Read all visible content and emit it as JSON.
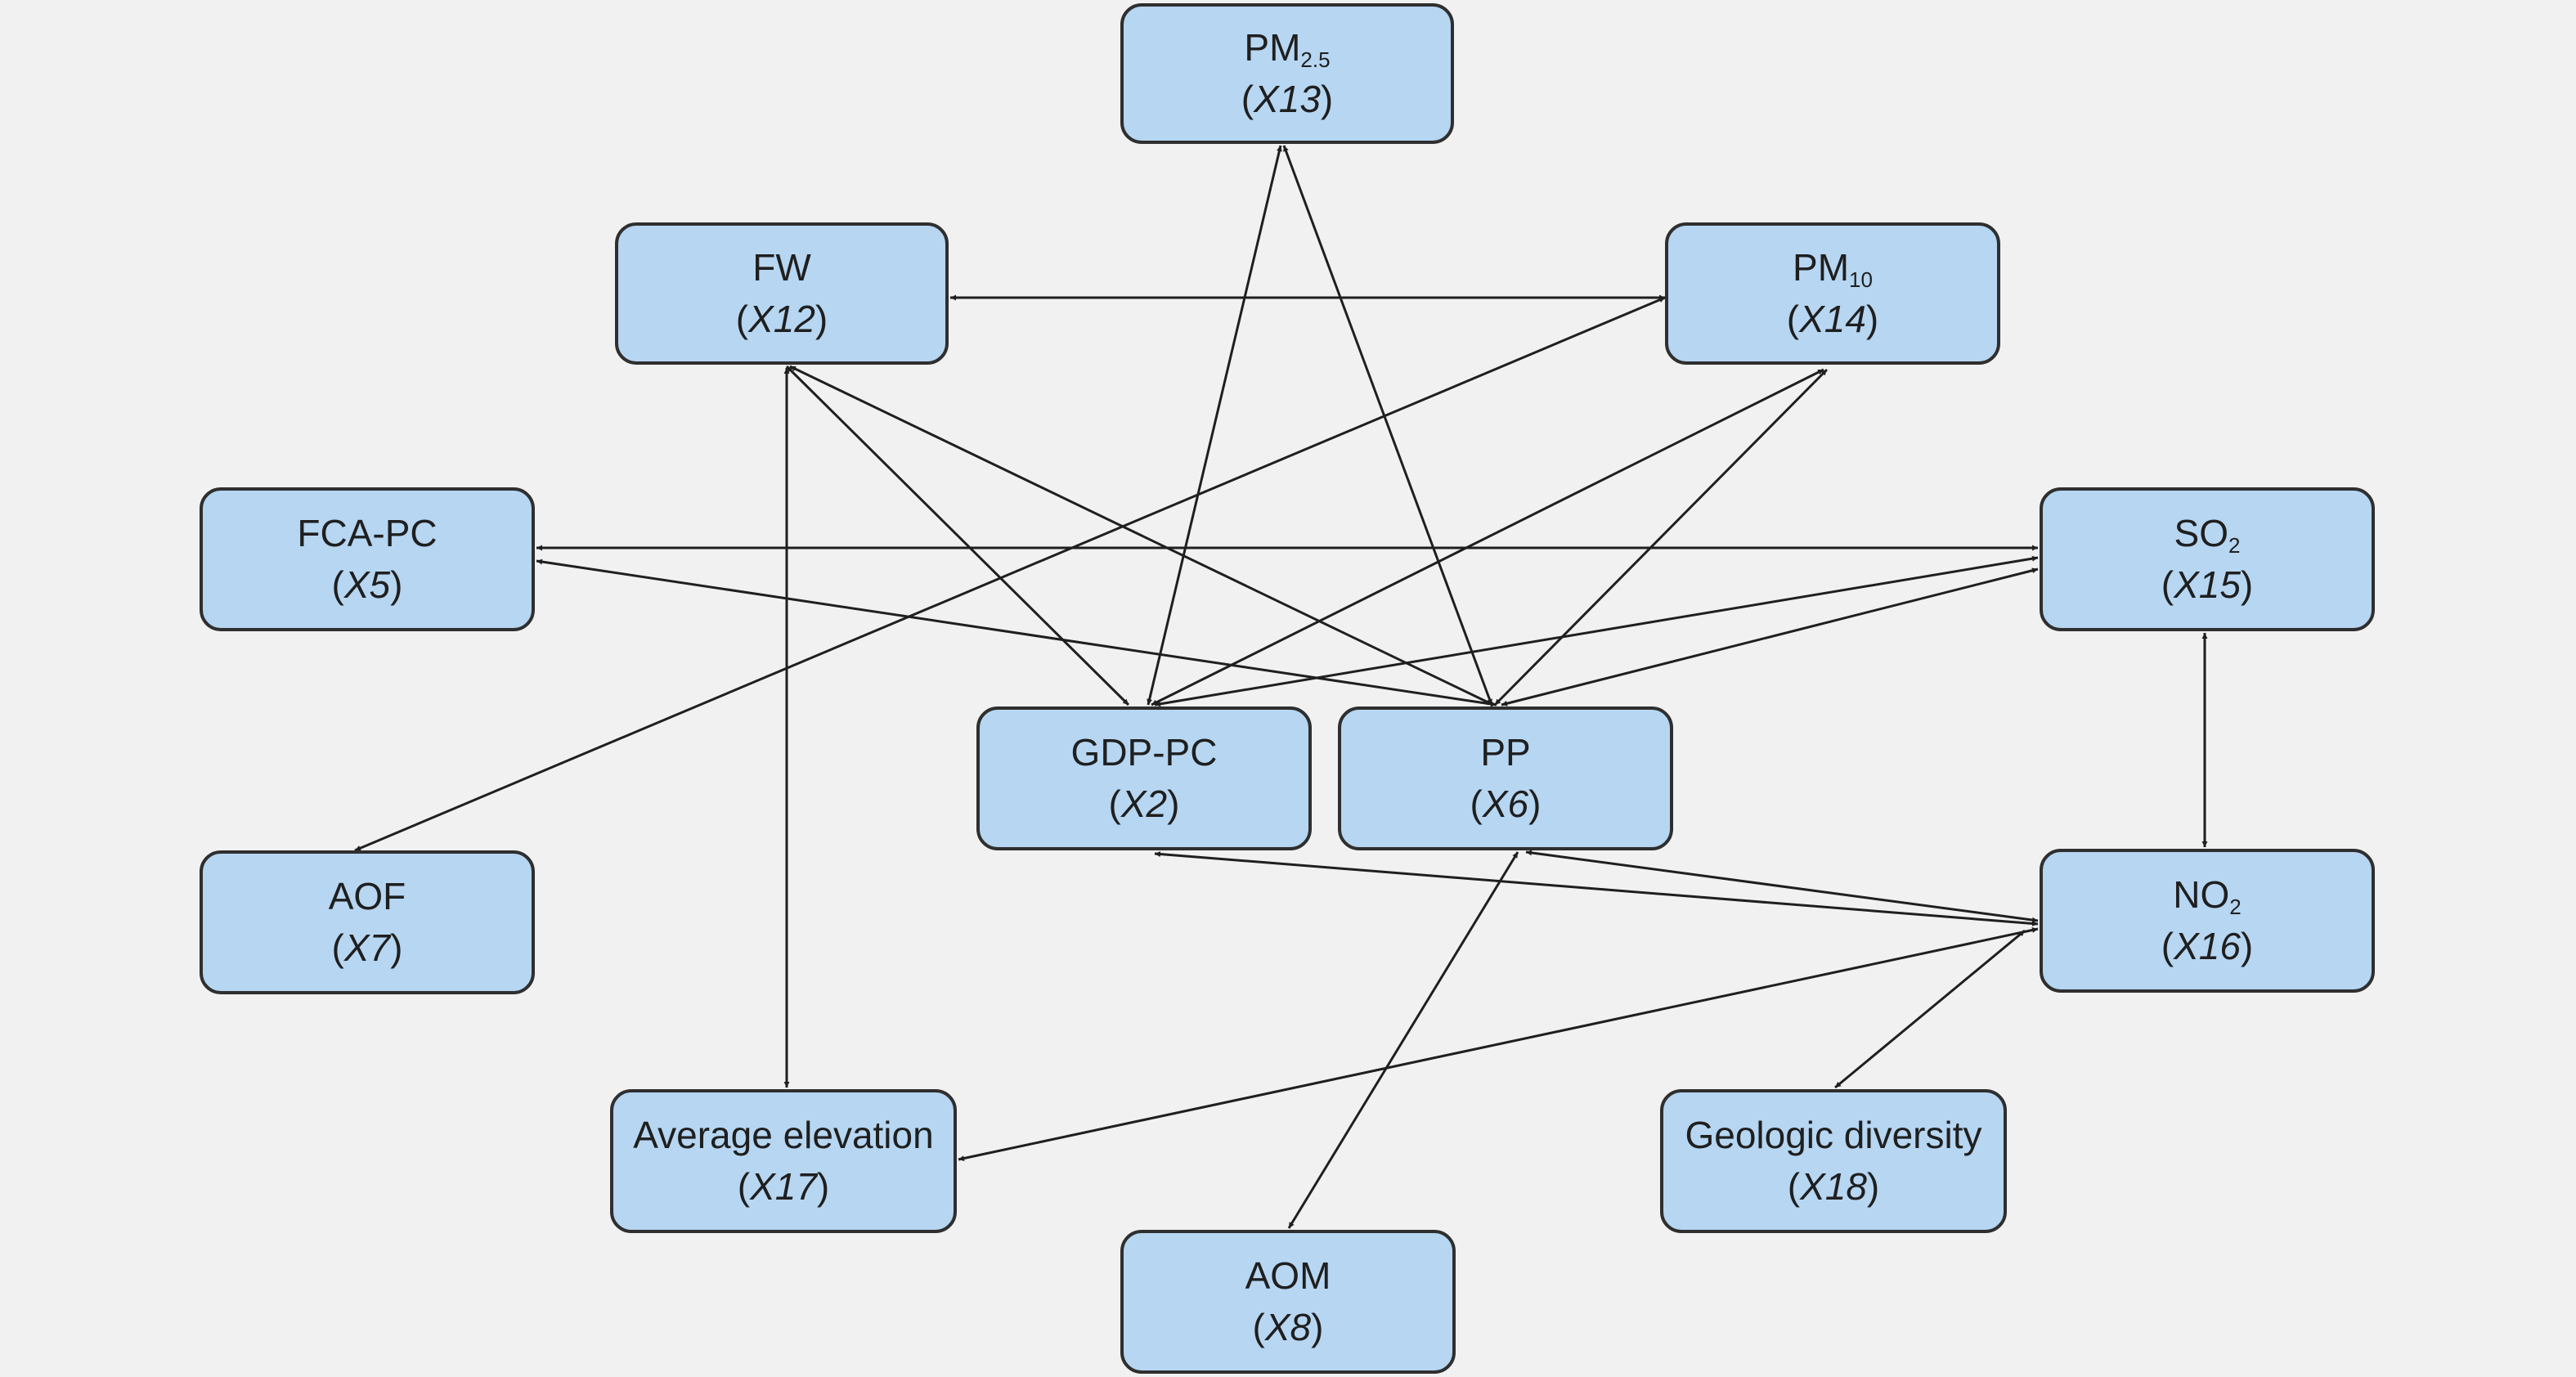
{
  "diagram": {
    "nodes": {
      "pm25": {
        "name": "PM",
        "sub": "2.5",
        "var": "X13"
      },
      "fw": {
        "name": "FW",
        "sub": "",
        "var": "X12"
      },
      "pm10": {
        "name": "PM",
        "sub": "10",
        "var": "X14"
      },
      "fca": {
        "name": "FCA-PC",
        "sub": "",
        "var": "X5"
      },
      "so2": {
        "name": "SO",
        "sub": "2",
        "var": "X15"
      },
      "gdp": {
        "name": "GDP-PC",
        "sub": "",
        "var": "X2"
      },
      "pp": {
        "name": "PP",
        "sub": "",
        "var": "X6"
      },
      "aof": {
        "name": "AOF",
        "sub": "",
        "var": "X7"
      },
      "no2": {
        "name": "NO",
        "sub": "2",
        "var": "X16"
      },
      "avg": {
        "name": "Average elevation",
        "sub": "",
        "var": "X17"
      },
      "geo": {
        "name": "Geologic diversity",
        "sub": "",
        "var": "X18"
      },
      "aom": {
        "name": "AOM",
        "sub": "",
        "var": "X8"
      }
    },
    "edges": [
      {
        "from": "pm25",
        "to": "gdp",
        "type": "bidirectional"
      },
      {
        "from": "pm25",
        "to": "pp",
        "type": "bidirectional"
      },
      {
        "from": "fw",
        "to": "pm10",
        "type": "bidirectional"
      },
      {
        "from": "fw",
        "to": "gdp",
        "type": "bidirectional"
      },
      {
        "from": "fw",
        "to": "pp",
        "type": "bidirectional"
      },
      {
        "from": "fw",
        "to": "avg",
        "type": "bidirectional"
      },
      {
        "from": "pm10",
        "to": "aof",
        "type": "bidirectional"
      },
      {
        "from": "pm10",
        "to": "gdp",
        "type": "bidirectional"
      },
      {
        "from": "pm10",
        "to": "pp",
        "type": "bidirectional"
      },
      {
        "from": "fca",
        "to": "so2",
        "type": "bidirectional"
      },
      {
        "from": "fca",
        "to": "pp",
        "type": "bidirectional"
      },
      {
        "from": "so2",
        "to": "gdp",
        "type": "bidirectional"
      },
      {
        "from": "so2",
        "to": "pp",
        "type": "bidirectional"
      },
      {
        "from": "so2",
        "to": "no2",
        "type": "bidirectional"
      },
      {
        "from": "no2",
        "to": "gdp",
        "type": "bidirectional"
      },
      {
        "from": "no2",
        "to": "pp",
        "type": "bidirectional"
      },
      {
        "from": "no2",
        "to": "avg",
        "type": "bidirectional"
      },
      {
        "from": "no2",
        "to": "geo",
        "type": "bidirectional"
      },
      {
        "from": "pp",
        "to": "aom",
        "type": "bidirectional"
      }
    ],
    "colors": {
      "background": "#f1f1f1",
      "node_fill": "#b6d6f2",
      "node_border": "#2f2f2f",
      "edge": "#1f1f1f"
    }
  }
}
